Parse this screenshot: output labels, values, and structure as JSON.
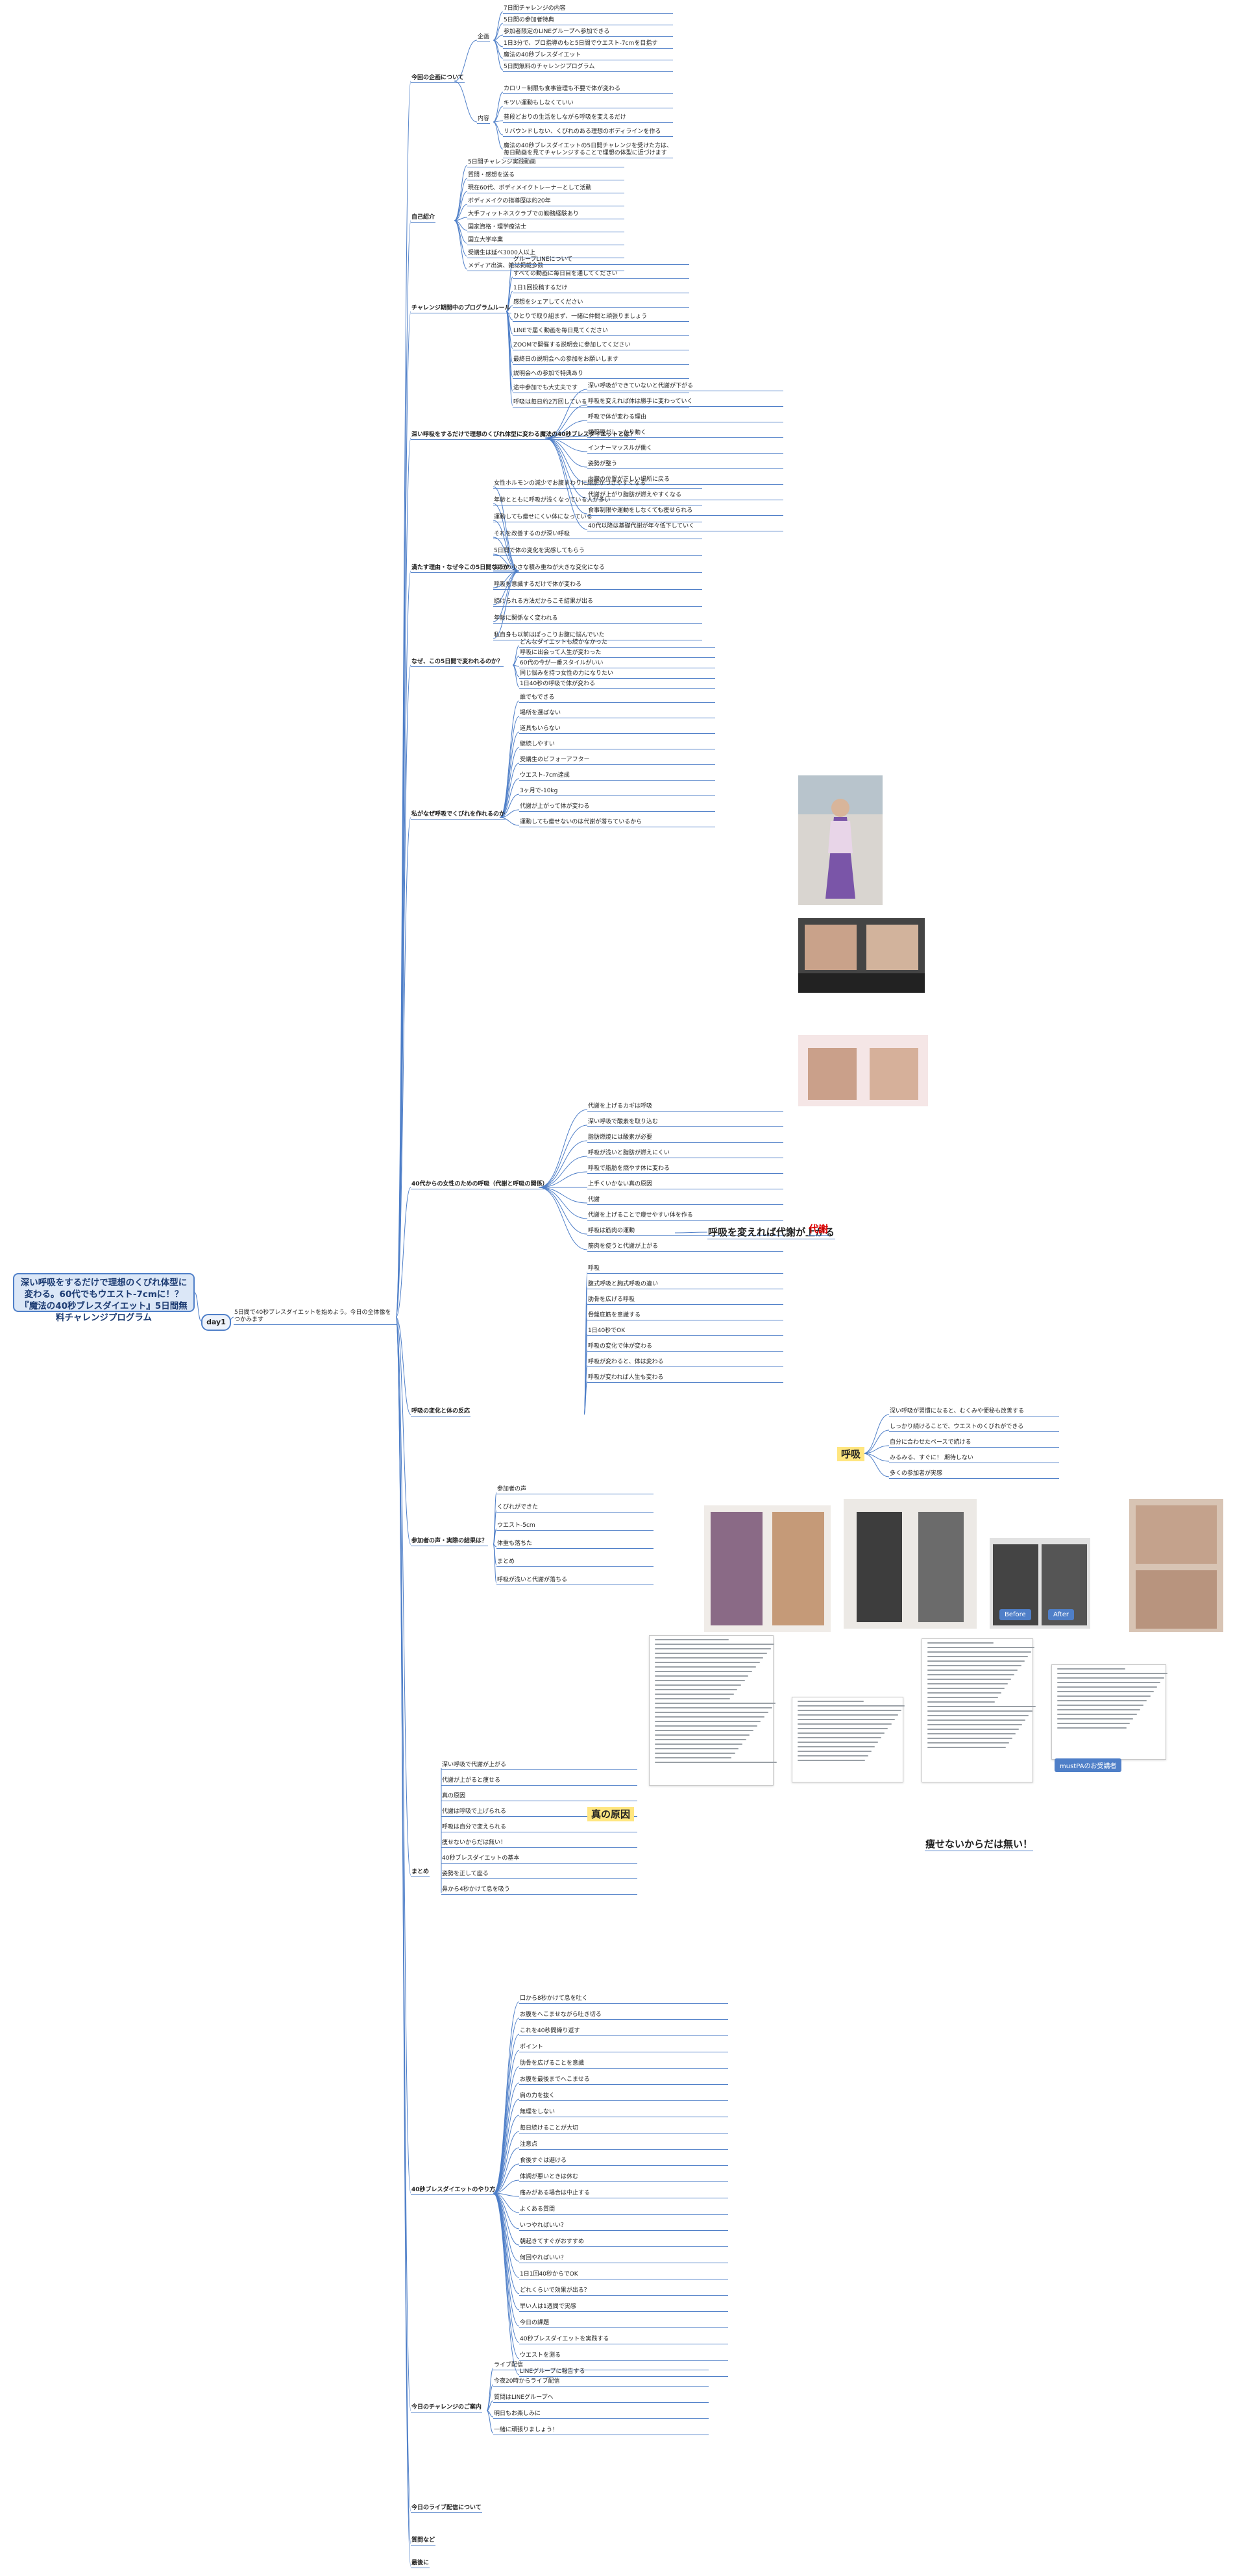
{
  "root": {
    "title": "深い呼吸をするだけで理想のくびれ体型に変わる。60代でもウエスト-7cmに！？『魔法の40秒ブレスダイエット』5日間無料チャレンジプログラム"
  },
  "day": "day1",
  "day1_intro": "5日間で40秒ブレスダイエットを始めよう。今日の全体像をつかみます",
  "sections": {
    "s1": "今回の企画について",
    "s1a": "企画",
    "s1b": "内容",
    "s2": "自己紹介",
    "s3": "チャレンジ期間中のプログラムルール",
    "s4": "深い呼吸をするだけで理想のくびれ体型に変わる魔法の40秒ブレスダイエットとは？",
    "s5": "満たす理由・なぜ今この5日間なのか",
    "s6": "なぜ、この5日間で変われるのか？",
    "s7": "私がなぜ呼吸でくびれを作れるのか",
    "s8": "40代からの女性のための呼吸（代謝と呼吸の関係）",
    "s9": "呼吸の変化と体の反応",
    "s10": "参加者の声・実際の結果は？",
    "s11": "まとめ",
    "s12": "40秒ブレスダイエットのやり方",
    "s13": "今日のチャレンジのご案内",
    "s14": "今日のライブ配信について",
    "s15": "質問など",
    "s16": "最後に"
  },
  "nodes": [
    "7日間チャレンジの内容",
    "5日間の参加者特典",
    "参加者限定のLINEグループへ参加できる",
    "1日3分で、プロ指導のもと5日間でウエスト-7cmを目指す",
    "魔法の40秒ブレスダイエット",
    "5日間無料のチャレンジプログラム",
    "カロリー制限も食事管理も不要で体が変わる",
    "キツい運動もしなくていい",
    "普段どおりの生活をしながら呼吸を変えるだけ",
    "リバウンドしない、くびれのある理想のボディラインを作る",
    "魔法の40秒ブレスダイエットの5日間チャレンジを受けた方は、毎日動画を見てチャレンジすることで理想の体型に近づけます",
    "5日間チャレンジ実践動画",
    "質問・感想を送る",
    "現在60代、ボディメイクトレーナーとして活動",
    "ボディメイクの指導歴は約20年",
    "大手フィットネスクラブでの勤務経験あり",
    "国家資格・理学療法士",
    "国立大学卒業",
    "受講生は延べ3000人以上",
    "メディア出演、雑誌掲載多数",
    "グループLINEについて",
    "すべての動画に毎日目を通してください",
    "1日1回投稿するだけ",
    "感想をシェアしてください",
    "ひとりで取り組まず、一緒に仲間と頑張りましょう",
    "LINEで届く動画を毎日見てください",
    "ZOOMで開催する説明会に参加してください",
    "最終日の説明会への参加をお願いします",
    "説明会への参加で特典あり",
    "途中参加でも大丈夫です",
    "呼吸は毎日約2万回している",
    "深い呼吸ができていないと代謝が下がる",
    "呼吸を変えれば体は勝手に変わっていく",
    "呼吸で体が変わる理由",
    "横隔膜がしっかり動く",
    "インナーマッスルが働く",
    "姿勢が整う",
    "内臓の位置が正しい場所に戻る",
    "代謝が上がり脂肪が燃えやすくなる",
    "食事制限や運動をしなくても痩せられる",
    "40代以降は基礎代謝が年々低下していく",
    "女性ホルモンの減少でお腹まわりに脂肪がつきやすくなる",
    "年齢とともに呼吸が浅くなっている人が多い",
    "運動しても痩せにくい体になっている",
    "それを改善するのが深い呼吸",
    "5日間で体の変化を実感してもらう",
    "毎日の小さな積み重ねが大きな変化になる",
    "呼吸を意識するだけで体が変わる",
    "続けられる方法だからこそ結果が出る",
    "年齢に関係なく変われる",
    "私自身も以前はぽっこりお腹に悩んでいた",
    "どんなダイエットも続かなかった",
    "呼吸に出会って人生が変わった",
    "60代の今が一番スタイルがいい",
    "同じ悩みを持つ女性の力になりたい",
    "1日40秒の呼吸で体が変わる",
    "誰でもできる",
    "場所を選ばない",
    "道具もいらない",
    "継続しやすい",
    "受講生のビフォーアフター",
    "ウエスト-7cm達成",
    "3ヶ月で-10kg",
    "代謝が上がって体が変わる",
    "運動しても痩せないのは代謝が落ちているから",
    "代謝を上げるカギは呼吸",
    "深い呼吸で酸素を取り込む",
    "脂肪燃焼には酸素が必要",
    "呼吸が浅いと脂肪が燃えにくい",
    "呼吸で脂肪を燃やす体に変わる",
    "上手くいかない真の原因",
    "代謝",
    "代謝を上げることで痩せやすい体を作る",
    "呼吸は筋肉の運動",
    "筋肉を使うと代謝が上がる",
    "呼吸を変えれば代謝が上がる",
    "呼吸",
    "腹式呼吸と胸式呼吸の違い",
    "肋骨を広げる呼吸",
    "骨盤底筋を意識する",
    "1日40秒でOK",
    "呼吸の変化で体が変わる",
    "呼吸が変わると、体は変わる",
    "呼吸が変われば人生も変わる",
    "深い呼吸が習慣になると、むくみや便秘も改善する",
    "しっかり続けることで、ウエストのくびれができる",
    "自分に合わせたペースで続ける",
    "みるみる、すぐに！ 期待しない",
    "多くの参加者が実感",
    "参加者の声",
    "くびれができた",
    "ウエスト-5cm",
    "体重も落ちた",
    "まとめ",
    "呼吸が浅いと代謝が落ちる",
    "深い呼吸で代謝が上がる",
    "代謝が上がると痩せる",
    "真の原因",
    "代謝は呼吸で上げられる",
    "呼吸は自分で変えられる",
    "痩せないからだは無い！",
    "40秒ブレスダイエットの基本",
    "姿勢を正して座る",
    "鼻から4秒かけて息を吸う",
    "口から8秒かけて息を吐く",
    "お腹をへこませながら吐き切る",
    "これを40秒間繰り返す",
    "ポイント",
    "肋骨を広げることを意識",
    "お腹を最後までへこませる",
    "肩の力を抜く",
    "無理をしない",
    "毎日続けることが大切",
    "注意点",
    "食後すぐは避ける",
    "体調が悪いときは休む",
    "痛みがある場合は中止する",
    "よくある質問",
    "いつやればいい？",
    "朝起きてすぐがおすすめ",
    "何回やればいい？",
    "1日1回40秒からでOK",
    "どれくらいで効果が出る？",
    "早い人は1週間で実感",
    "今日の課題",
    "40秒ブレスダイエットを実践する",
    "ウエストを測る",
    "LINEグループに報告する",
    "ライブ配信",
    "今夜20時からライブ配信",
    "質問はLINEグループへ",
    "明日もお楽しみに",
    "一緒に頑張りましょう！"
  ],
  "highlights": {
    "metabolism": "代謝",
    "breath": "呼吸",
    "true_cause": "真の原因",
    "no_body": "痩せないからだは無い！"
  },
  "badge": "Before",
  "badge2": "After",
  "chat_label": "mustPAのお受講者"
}
